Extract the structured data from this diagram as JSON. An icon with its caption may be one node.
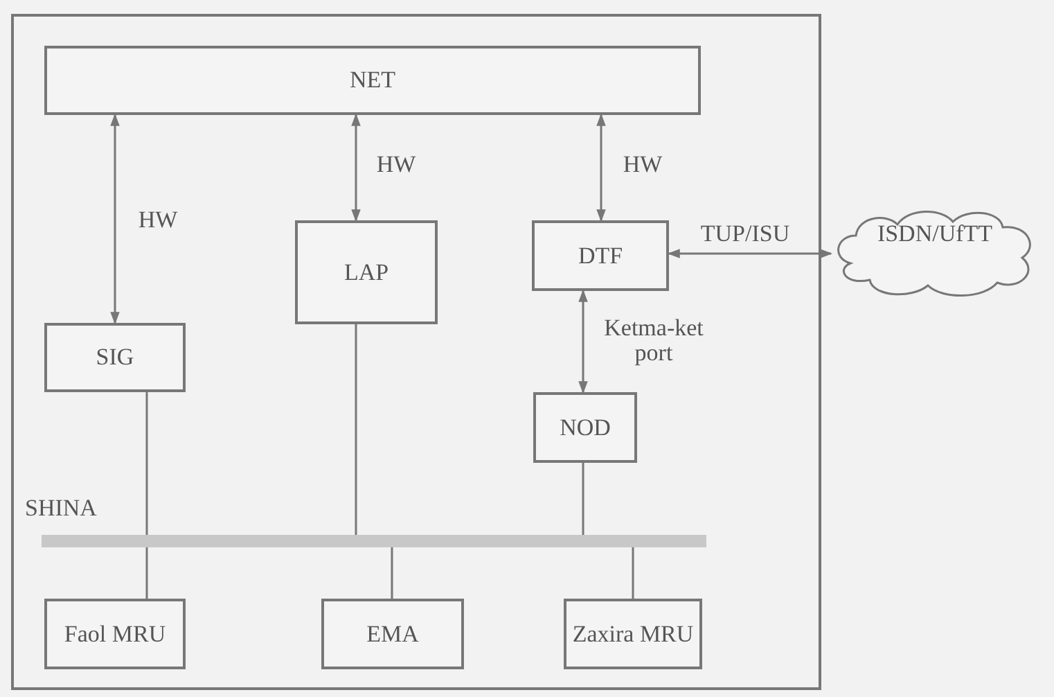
{
  "diagram": {
    "nodes": [
      {
        "text": [
          "NET"
        ]
      },
      {
        "text": [
          "LAP"
        ]
      },
      {
        "text": [
          "DTF"
        ]
      },
      {
        "text": [
          "ISDN/UfTT"
        ]
      },
      {
        "text": [
          "SIG"
        ]
      },
      {
        "text": [
          "NOD"
        ]
      },
      {
        "text": [],
        "shape": "bar",
        "beside": [
          "SHINA"
        ]
      },
      {
        "text": [
          "Faol MRU"
        ]
      },
      {
        "text": [
          "EMA"
        ]
      },
      {
        "text": [
          "Zaxira MRU"
        ]
      }
    ],
    "edges": [
      {
        "from": 0,
        "to": 4,
        "arrow": "both",
        "label": "HW"
      },
      {
        "from": 0,
        "to": 1,
        "arrow": "both",
        "label": "HW"
      },
      {
        "from": 0,
        "to": 2,
        "arrow": "both",
        "label": "HW"
      },
      {
        "from": 2,
        "to": 3,
        "arrow": "both",
        "label": "TUP/ISU"
      },
      {
        "from": 2,
        "to": 5,
        "arrow": "both",
        "label": "Ketma-ket port"
      },
      {
        "from": 4,
        "to": 6,
        "arrow": "none"
      },
      {
        "from": 1,
        "to": 6,
        "arrow": "none"
      },
      {
        "from": 5,
        "to": 6,
        "arrow": "none"
      },
      {
        "from": 6,
        "to": 7,
        "arrow": "none"
      },
      {
        "from": 6,
        "to": 8,
        "arrow": "none"
      },
      {
        "from": 6,
        "to": 9,
        "arrow": "none"
      }
    ]
  }
}
